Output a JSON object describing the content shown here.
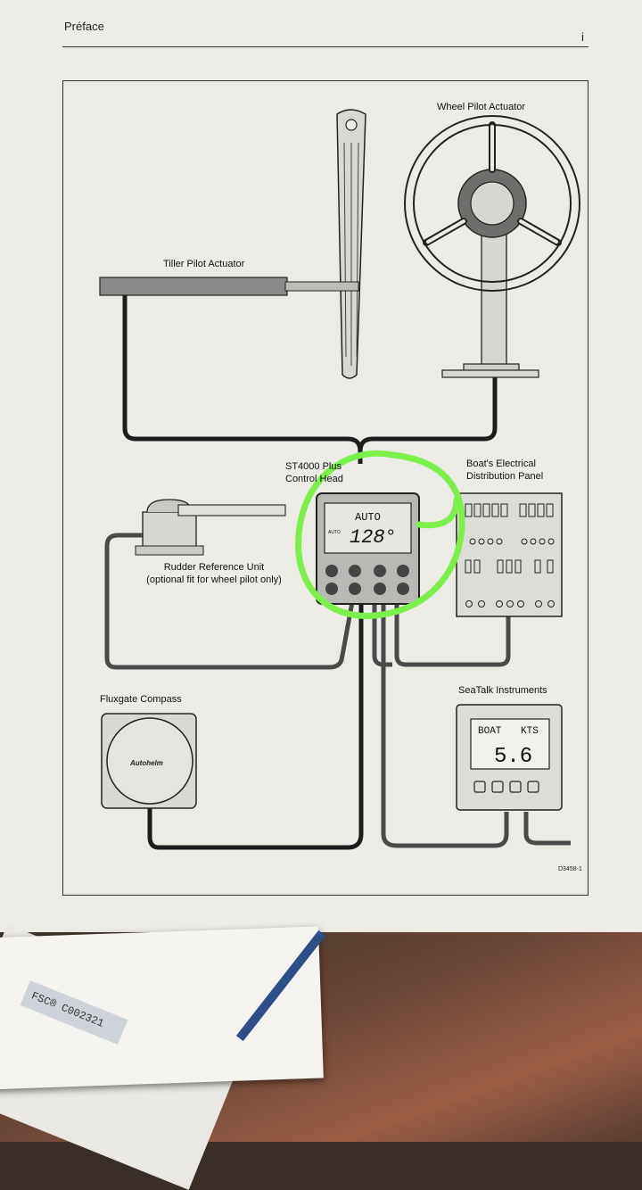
{
  "page": {
    "header_title": "Préface",
    "page_number": "i",
    "figure_ref": "D3458-1",
    "stamp_text": "FSC® C002321"
  },
  "labels": {
    "wheel_pilot": "Wheel Pilot Actuator",
    "tiller_pilot": "Tiller Pilot Actuator",
    "control_head_1": "ST4000 Plus",
    "control_head_2": "Control Head",
    "boats_panel_1": "Boat's Electrical",
    "boats_panel_2": "Distribution Panel",
    "rudder_1": "Rudder Reference Unit",
    "rudder_2": "(optional fit for wheel pilot only)",
    "fluxgate": "Fluxgate Compass",
    "seatalk": "SeaTalk Instruments"
  },
  "control_display": {
    "mode": "AUTO",
    "side_text": "AUTO",
    "heading": "128°"
  },
  "seatalk_display": {
    "label_left": "BOAT",
    "label_right": "KTS",
    "value": "5.6"
  },
  "compass_brand": "Autohelm",
  "colors": {
    "highlight": "#7cf04a",
    "page": "#ecebe6",
    "ink": "#222222"
  }
}
